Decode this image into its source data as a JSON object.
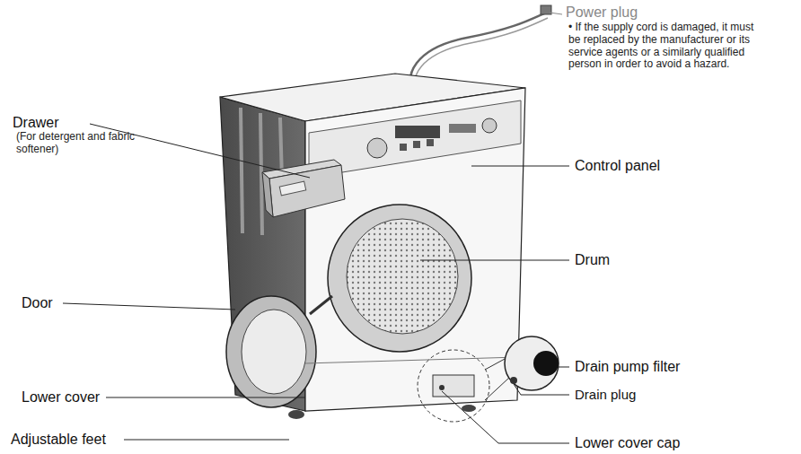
{
  "diagram": {
    "labels": [
      "Power plug",
      "• If the supply cord is damaged, it must be replaced by the manufacturer or its service agents or a similarly qualified person in order to avoid a hazard.",
      "Drawer",
      "(For detergent and fabric softener)",
      "Control panel",
      "Drum",
      "Door",
      "Drain pump filter",
      "Drain plug",
      "Lower cover",
      "Lower cover cap",
      "Adjustable feet"
    ]
  }
}
